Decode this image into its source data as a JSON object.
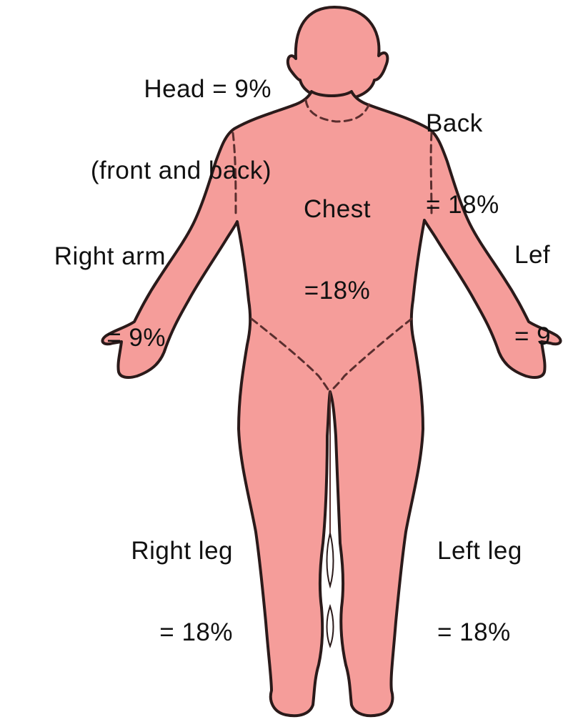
{
  "labels": {
    "head": {
      "line1": "Head = 9%",
      "line2": "(front and back)"
    },
    "back": {
      "line1": "Back",
      "line2": "= 18%"
    },
    "chest": {
      "line1": "Chest",
      "line2": "=18%"
    },
    "right_arm": {
      "line1": "Right arm",
      "line2": "= 9%"
    },
    "left_arm": {
      "line1": "Lef",
      "line2": "= 9"
    },
    "right_leg": {
      "line1": "Right leg",
      "line2": "= 18%"
    },
    "left_leg": {
      "line1": "Left leg",
      "line2": "= 18%"
    }
  },
  "colors": {
    "skin": "#f59d9a",
    "outline": "#2a1a1a",
    "seam": "#5a2e2e"
  }
}
